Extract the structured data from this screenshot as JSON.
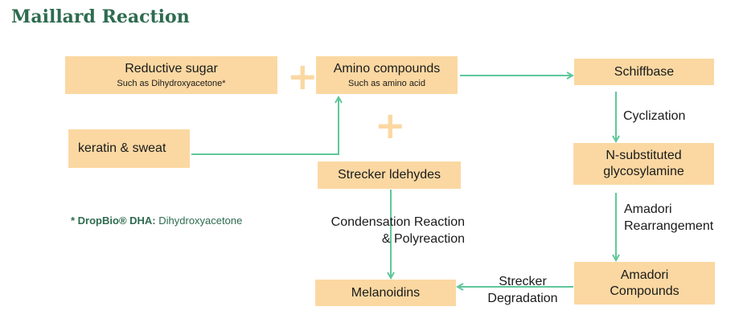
{
  "title": "Maillard Reaction",
  "boxes": {
    "reductive_sugar": {
      "main": "Reductive sugar",
      "sub": "Such as Dihydroxyacetone*"
    },
    "amino_compounds": {
      "main": "Amino compounds",
      "sub": "Such as amino acid"
    },
    "schiffbase": {
      "main": "Schiffbase"
    },
    "keratin": {
      "main": "keratin & sweat"
    },
    "strecker_aldehydes": {
      "main": "Strecker ldehydes"
    },
    "n_substituted": {
      "line1": "N-substituted",
      "line2": "glycosylamine"
    },
    "amadori_compounds": {
      "line1": "Amadori",
      "line2": "Compounds"
    },
    "melanoidins": {
      "main": "Melanoidins"
    }
  },
  "labels": {
    "cyclization": "Cyclization",
    "amadori_rearrangement": {
      "line1": "Amadori",
      "line2": "Rearrangement"
    },
    "condensation": {
      "line1": "Condensation Reaction",
      "line2": "& Polyreaction"
    },
    "strecker_degradation": {
      "line1": "Strecker",
      "line2": "Degradation"
    }
  },
  "plus_symbol": "+",
  "note": {
    "prefix": "* ",
    "brand": "DropBio® DHA",
    "colon": ":",
    "text": " Dihydroxyacetone"
  },
  "colors": {
    "box": "#fbd8a2",
    "arrow": "#5fc79a",
    "title": "#2e6b4f"
  }
}
